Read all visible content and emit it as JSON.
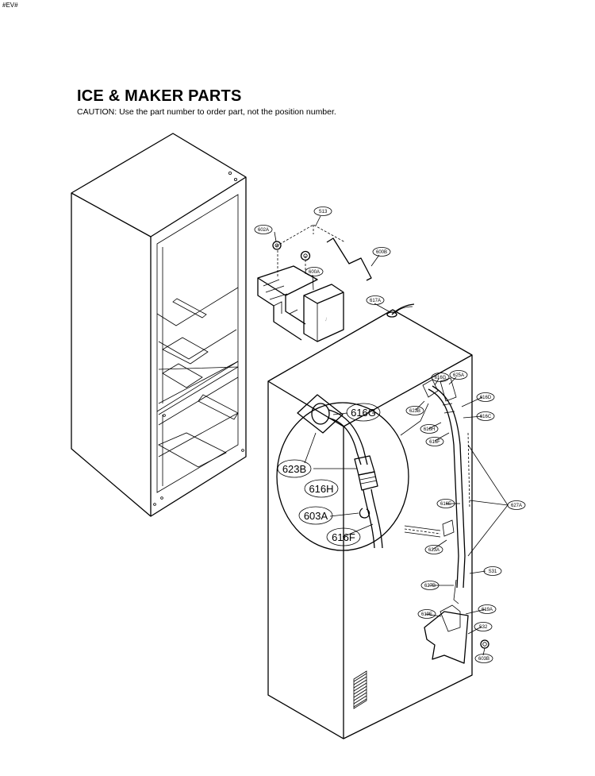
{
  "header": {
    "corner_code": "#EV#",
    "title": "ICE & MAKER PARTS",
    "caution": "CAUTION: Use the part number to order part, not the position number."
  },
  "callouts_small": {
    "s13": "S13",
    "p602a": "602A",
    "p600b": "600B",
    "p600a": "600A",
    "p617a": "617A",
    "p616g": "616G",
    "p625a": "625A",
    "p616d": "616D",
    "p623b": "623B",
    "p616c": "616C",
    "p616h": "616H",
    "p616f": "616F",
    "p616e": "616E",
    "p627a": "627A",
    "p623a": "623A",
    "s31": "S31",
    "p627b": "627B",
    "p619a": "619A",
    "p619e": "619E",
    "s32": "S32",
    "p603b": "603B"
  },
  "callouts_detail": {
    "p616g": "616G",
    "p623b": "623B",
    "p616h": "616H",
    "p603a": "603A",
    "p616f": "616F"
  }
}
